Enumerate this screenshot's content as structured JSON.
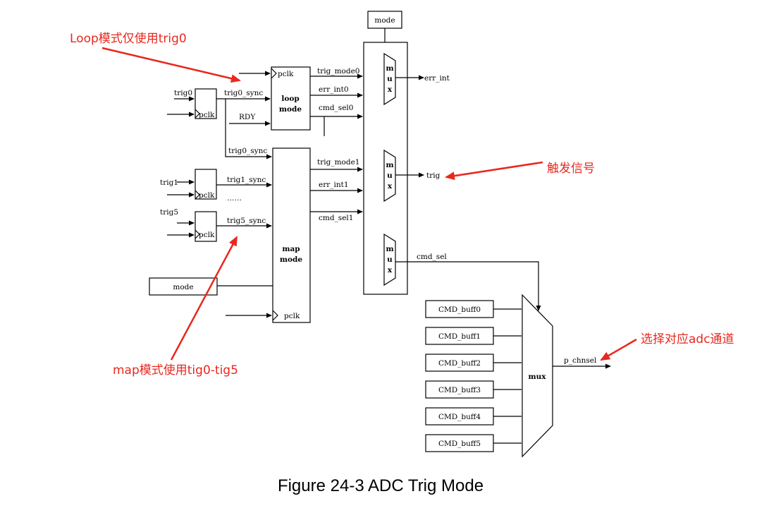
{
  "caption": "Figure 24-3 ADC Trig Mode",
  "annotations": {
    "loop_note": "Loop模式仅使用trig0",
    "map_note": "map模式使用tig0-tig5",
    "trig_note": "触发信号",
    "chnsel_note": "选择对应adc通道"
  },
  "blocks": {
    "mode_top": "mode",
    "loop_mode_line1": "loop",
    "loop_mode_line2": "mode",
    "map_mode_line1": "map",
    "map_mode_line2": "mode",
    "mode_left": "mode",
    "mux_bottom": "mux",
    "mux_letters": [
      "m",
      "u",
      "x"
    ]
  },
  "ports": {
    "pclk": "pclk"
  },
  "signals": {
    "trig0": "trig0",
    "trig1": "trig1",
    "trig5": "trig5",
    "trig0_sync": "trig0_sync",
    "trig1_sync": "trig1_sync",
    "trig5_sync": "trig5_sync",
    "ellipsis": "……",
    "rdy": "RDY",
    "trig_mode0": "trig_mode0",
    "err_int0": "err_int0",
    "cmd_sel0": "cmd_sel0",
    "trig_mode1": "trig_mode1",
    "err_int1": "err_int1",
    "cmd_sel1": "cmd_sel1",
    "err_int": "err_int",
    "trig": "trig",
    "cmd_sel": "cmd_sel",
    "p_chnsel": "p_chnsel"
  },
  "cmd_buffers": [
    "CMD_buff0",
    "CMD_buff1",
    "CMD_buff2",
    "CMD_buff3",
    "CMD_buff4",
    "CMD_buff5"
  ]
}
